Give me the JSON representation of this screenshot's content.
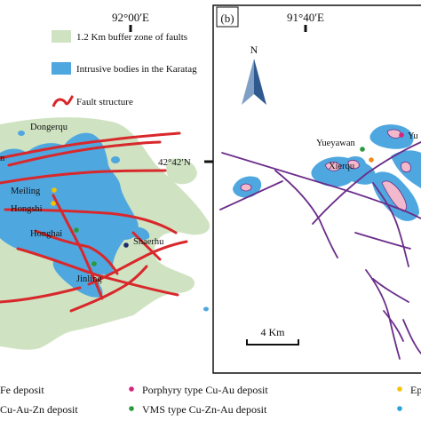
{
  "left_map": {
    "top_longitude": "92°00′E",
    "side_latitude": "42°42′N",
    "legend": {
      "buffer": "1.2 Km buffer zone of faults",
      "intrusive": "Intrusive bodies in the Karatag",
      "fault": "Fault structure"
    },
    "places": {
      "dongerqu": "Dongerqu",
      "meiling": "Meiling",
      "hongshi": "Hongshi",
      "honghai": "Honghai",
      "shaerhu": "Shaerhu",
      "jinling": "Jinling",
      "edge_fragment": "n"
    },
    "colors": {
      "buffer": "#cfe3c2",
      "intrusive": "#4fa7df",
      "fault": "#d8282c"
    }
  },
  "right_map": {
    "panel_label": "(b)",
    "top_longitude": "91°40′E",
    "north": "N",
    "scale_bar": "4 Km",
    "places": {
      "yueyawan": "Yueyawan",
      "xierqu": "Xierqu",
      "edge_fragment": "Yu"
    },
    "colors": {
      "fault": "#6b2d8a",
      "intrusive": "#4fa7df",
      "pink_body": "#f2b9cc"
    }
  },
  "bottom_legend": {
    "fe": "Fe deposit",
    "porphyry": "Porphyry type Cu-Au deposit",
    "epithermal": "Ep",
    "cuauzn": "Cu-Au-Zn deposit",
    "vms": "VMS type Cu-Zn-Au deposit",
    "colors": {
      "porphyry": "#d6247e",
      "vms": "#2a9a3b",
      "epithermal": "#f5c400",
      "other": "#2aa3d8"
    }
  }
}
